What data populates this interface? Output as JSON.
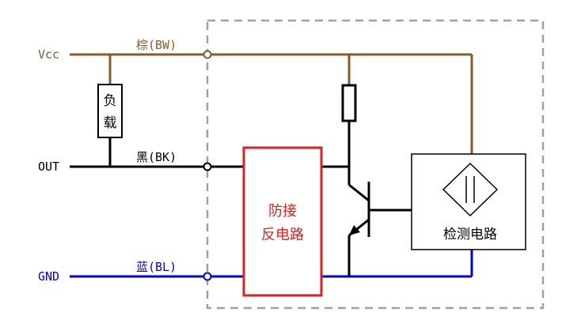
{
  "terminals": {
    "vcc": "Vcc",
    "out": "OUT",
    "gnd": "GND"
  },
  "wires": {
    "brown": "棕(BW)",
    "black": "黑(BK)",
    "blue": "蓝(BL)"
  },
  "components": {
    "load_char1": "负",
    "load_char2": "载",
    "protection_line1": "防接",
    "protection_line2": "反电路",
    "detection_label": "检测电路"
  },
  "colors": {
    "brown": "#8b5a2b",
    "blue": "#0000e6",
    "red": "#e02020",
    "black": "#000000",
    "dashed": "#a0a0a0"
  }
}
